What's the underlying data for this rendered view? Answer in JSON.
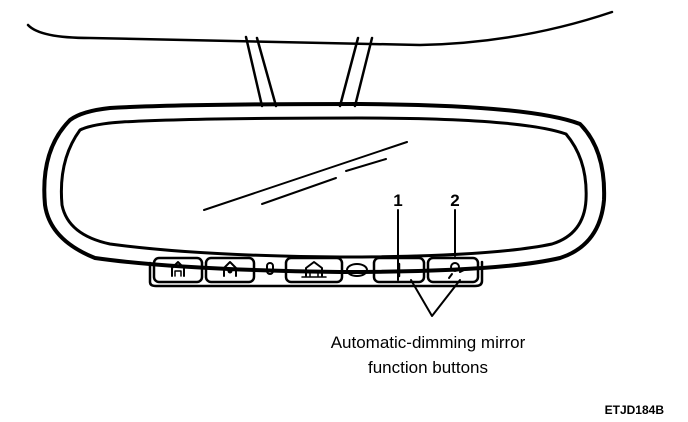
{
  "callouts": {
    "one": "1",
    "two": "2"
  },
  "label": {
    "line1": "Automatic-dimming mirror",
    "line2": "function buttons"
  },
  "figure_code": "ETJD184B",
  "buttons": [
    {
      "icon": "garage-door-opener-icon-1"
    },
    {
      "icon": "garage-door-opener-icon-2"
    },
    {
      "icon": "indicator-light-icon"
    },
    {
      "icon": "garage-door-opener-icon-3"
    },
    {
      "icon": "sensor-lens-icon"
    },
    {
      "icon": "auto-dimming-on-off-icon"
    },
    {
      "icon": "compass-display-icon"
    }
  ]
}
